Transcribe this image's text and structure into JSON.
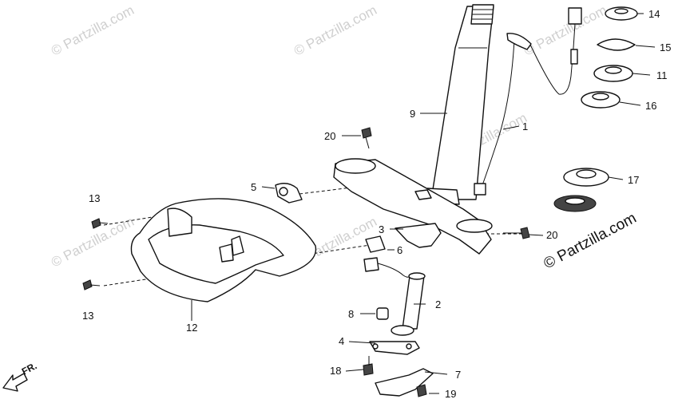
{
  "watermarks": [
    "© Partzilla.com",
    "© Partzilla.com",
    "© Partzilla.com",
    "© Partzilla.com",
    "© Partzilla.com",
    "© Partzilla.com"
  ],
  "copyright": "© Partzilla.com",
  "front_marker": "FR.",
  "callouts": {
    "p1": "1",
    "p2": "2",
    "p3": "3",
    "p4": "4",
    "p5": "5",
    "p6": "6",
    "p7": "7",
    "p8": "8",
    "p9": "9",
    "p11": "11",
    "p12": "12",
    "p13a": "13",
    "p13b": "13",
    "p14": "14",
    "p15": "15",
    "p16": "16",
    "p17": "17",
    "p18": "18",
    "p19": "19",
    "p20a": "20",
    "p20b": "20"
  }
}
